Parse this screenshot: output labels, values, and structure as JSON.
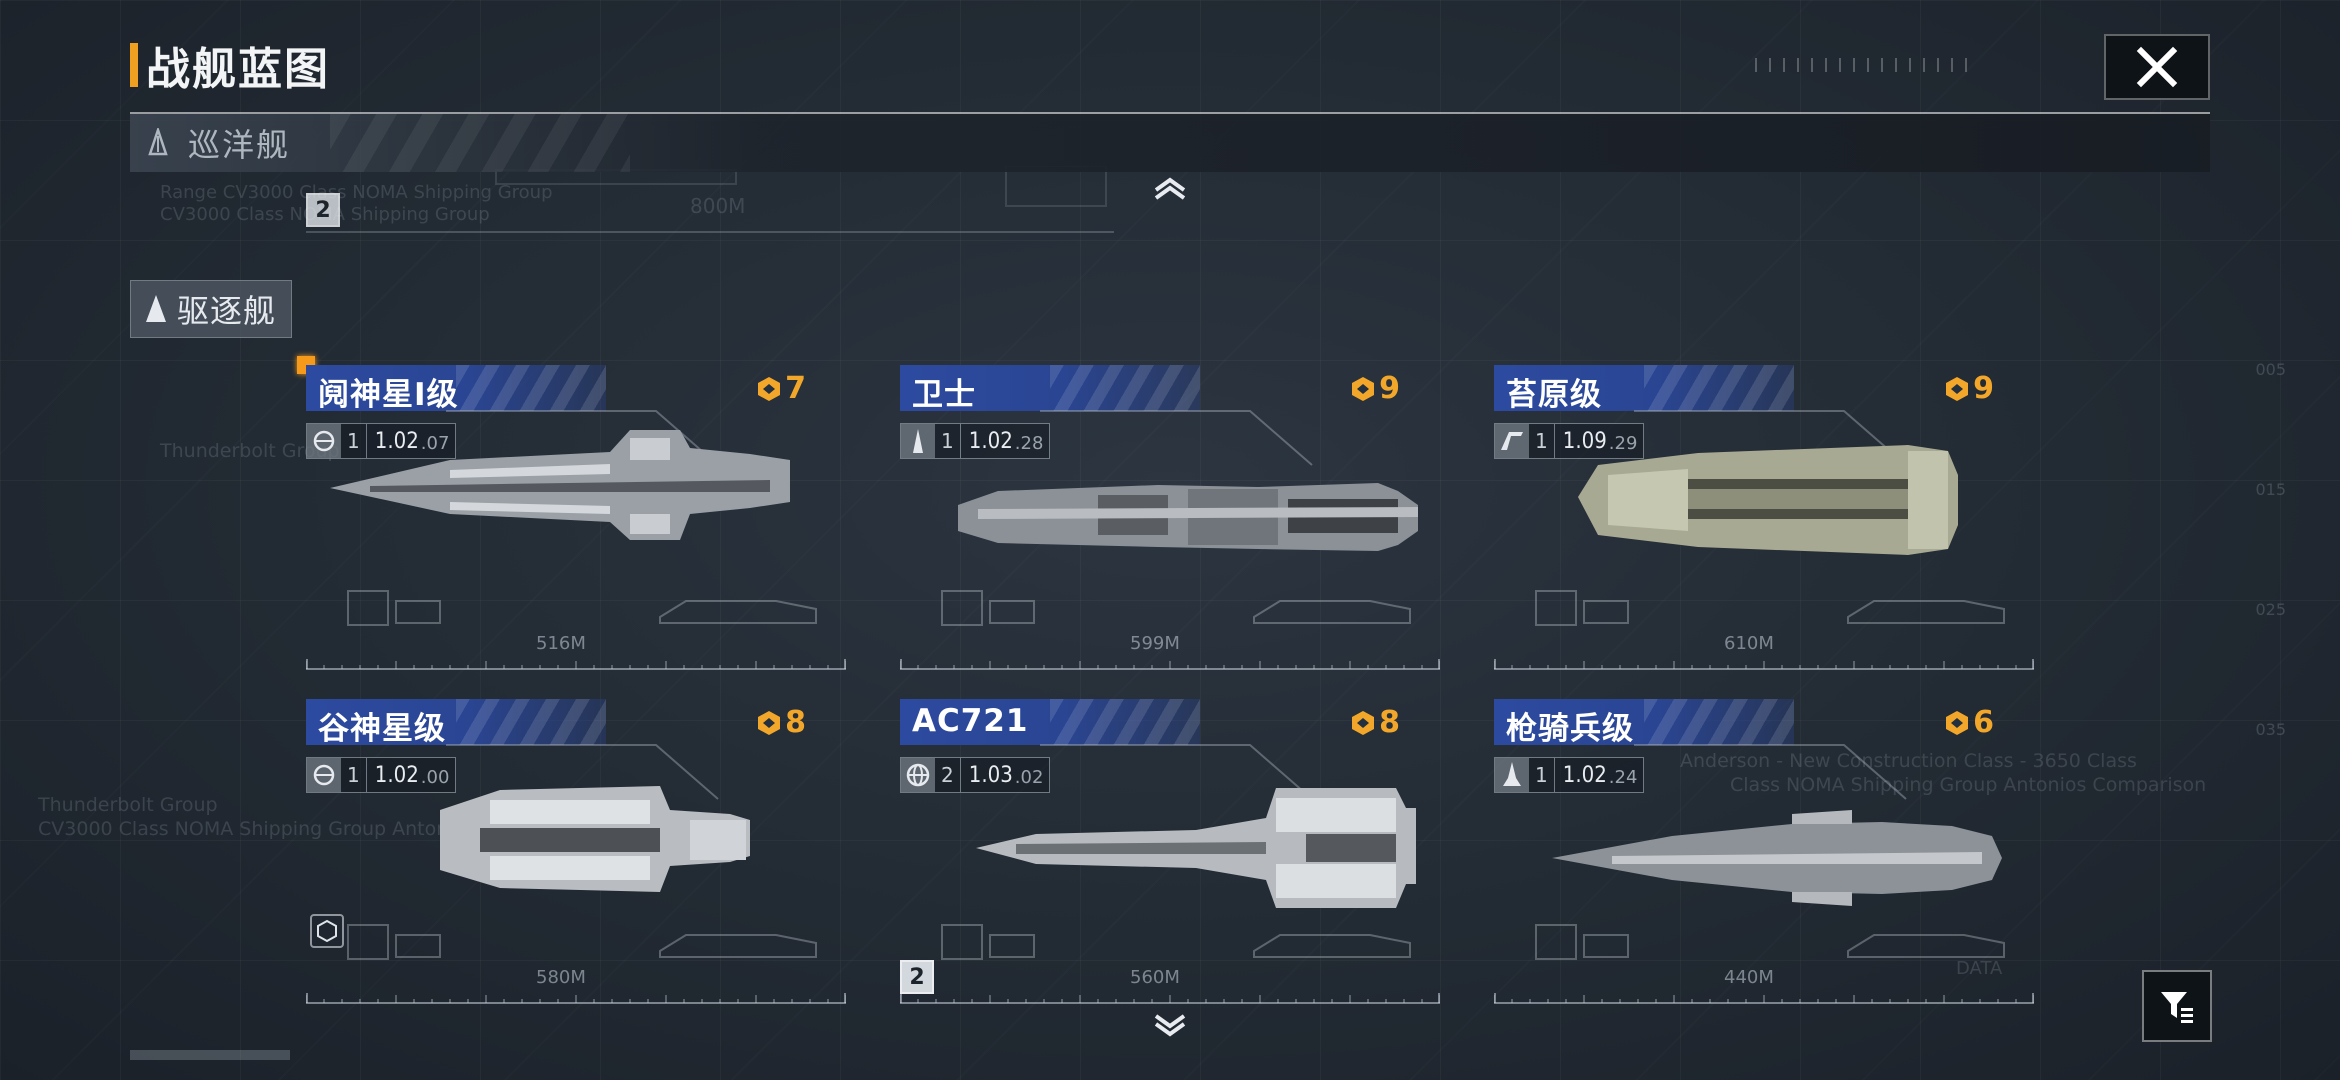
{
  "header": {
    "title": "战舰蓝图"
  },
  "categories": {
    "cruiser": {
      "label": "巡洋舰"
    },
    "destroyer": {
      "label": "驱逐舰"
    }
  },
  "background_text": {
    "ghost_line1": "Range CV3000 Class NOMA Shipping Group",
    "ghost_line2": "CV3000 Class NOMA Shipping Group",
    "ghost_len": "800M",
    "ghost_page": "2",
    "left_ghost1": "Thunderbolt Group",
    "left_ghost2": "CV3000 Class NOMA Shipping Group Antonios Comparison",
    "right_ghost1": "Anderson - New Construction Class - 3650 Class",
    "right_ghost2": "Class NOMA Shipping Group Antonios Comparison",
    "side_ticks": [
      "005",
      "015",
      "025",
      "035"
    ],
    "data_label": "DATA"
  },
  "ships": [
    {
      "name": "阋神星I级",
      "rarity": "7",
      "tier": "1",
      "version": "1.02",
      "build": ".07",
      "length": "516M",
      "icon": "globe-icon",
      "variant": "a"
    },
    {
      "name": "卫士",
      "rarity": "9",
      "tier": "1",
      "version": "1.02",
      "build": ".28",
      "length": "599M",
      "icon": "ship-silhouette-icon",
      "variant": "b"
    },
    {
      "name": "苔原级",
      "rarity": "9",
      "tier": "1",
      "version": "1.09",
      "build": ".29",
      "length": "610M",
      "icon": "speed-icon",
      "variant": "c"
    },
    {
      "name": "谷神星级",
      "rarity": "8",
      "tier": "1",
      "version": "1.02",
      "build": ".00",
      "length": "580M",
      "icon": "globe-icon",
      "variant": "d"
    },
    {
      "name": "AC721",
      "rarity": "8",
      "tier": "2",
      "version": "1.03",
      "build": ".02",
      "length": "560M",
      "icon": "world-icon",
      "variant": "e"
    },
    {
      "name": "枪骑兵级",
      "rarity": "6",
      "tier": "1",
      "version": "1.02",
      "build": ".24",
      "length": "440M",
      "icon": "rocket-icon",
      "variant": "f"
    }
  ],
  "page_badges": [
    "2"
  ],
  "colors": {
    "accent": "#f0a020",
    "rarity": "#f3a72a",
    "name_bar": "#2c4aa0",
    "new_marker": "#f59a1a"
  }
}
